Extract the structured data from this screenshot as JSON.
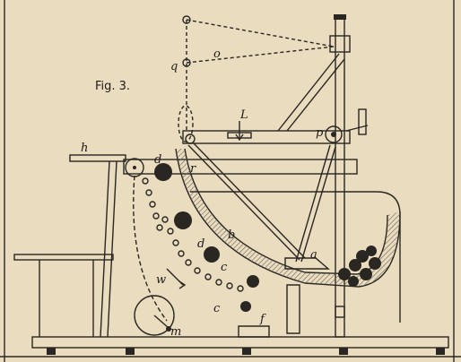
{
  "figure": {
    "caption": "Fig. 3.",
    "colors": {
      "paper": "#e9dcbf",
      "ink": "#2a2622",
      "hatch": "#6b6257"
    },
    "labels": {
      "h": "h",
      "d_top": "d",
      "r": "r",
      "L": "L",
      "p": "p",
      "q": "q",
      "o": "o",
      "b": "b",
      "d_mid": "d",
      "c_mid": "c",
      "c_low": "c",
      "w": "w",
      "a": "a",
      "f": "f",
      "m": "m"
    }
  }
}
